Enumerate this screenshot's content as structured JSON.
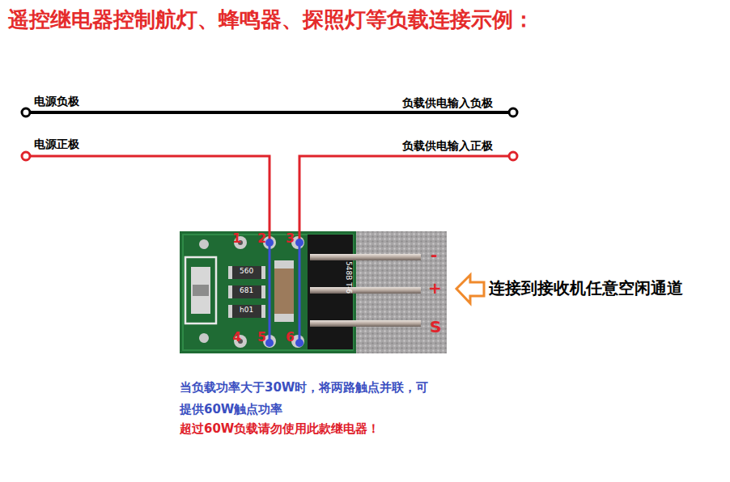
{
  "diagram": {
    "title": "遥控继电器控制航灯、蜂鸣器、探照灯等负载连接示例：",
    "labels": [
      "电源负极",
      "负载供电输入负极",
      "电源正极",
      "负载供电输入正极",
      "1",
      "2",
      "3",
      "-",
      "560",
      "681",
      "h01",
      "548B T-6",
      "+",
      "连接到接收机任意空闲通道",
      "4",
      "5",
      "6",
      "S",
      "当负载功率大于30W时，将两路触点并联，可 提供60W触点功率",
      "超过60W负载请勿使用此款继电器！"
    ]
  }
}
